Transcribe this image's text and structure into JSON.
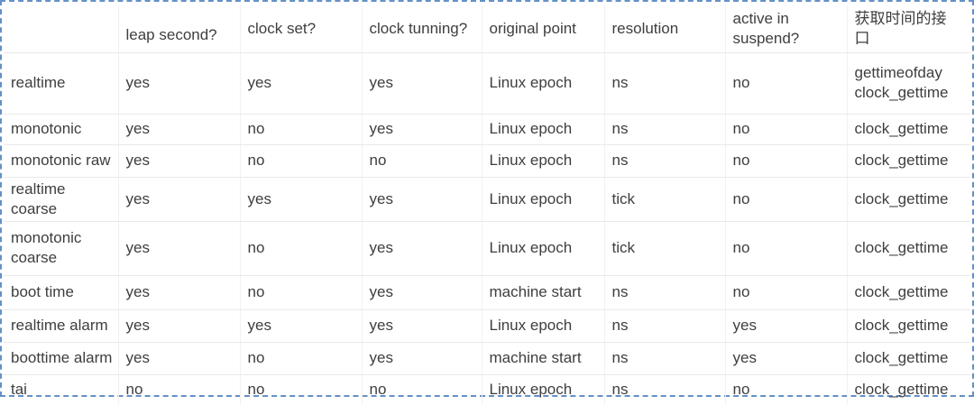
{
  "colors": {
    "border_blue": "#6590c6",
    "grid_horizontal": "#e9e9e9",
    "grid_vertical": "#f1f1f1",
    "text": "#3e3e3e",
    "background": "#ffffff"
  },
  "table": {
    "columns": [
      "",
      "leap second?",
      "clock set?",
      "clock tunning?",
      "original point",
      "resolution",
      "active in suspend?",
      "获取时间的接口"
    ],
    "rows": [
      {
        "label": "realtime",
        "cells": [
          "yes",
          "yes",
          "yes",
          "Linux epoch",
          "ns",
          "no",
          "gettimeofday\nclock_gettime"
        ]
      },
      {
        "label": "monotonic",
        "cells": [
          "yes",
          "no",
          "yes",
          "Linux epoch",
          "ns",
          "no",
          "clock_gettime"
        ]
      },
      {
        "label": "monotonic raw",
        "cells": [
          "yes",
          "no",
          "no",
          "Linux epoch",
          "ns",
          "no",
          "clock_gettime"
        ]
      },
      {
        "label": "realtime coarse",
        "cells": [
          "yes",
          "yes",
          "yes",
          "Linux epoch",
          "tick",
          "no",
          "clock_gettime"
        ]
      },
      {
        "label": "monotonic coarse",
        "cells": [
          "yes",
          "no",
          "yes",
          "Linux epoch",
          "tick",
          "no",
          "clock_gettime"
        ]
      },
      {
        "label": "boot time",
        "cells": [
          "yes",
          "no",
          "yes",
          "machine start",
          "ns",
          "no",
          "clock_gettime"
        ]
      },
      {
        "label": "realtime alarm",
        "cells": [
          "yes",
          "yes",
          "yes",
          "Linux epoch",
          "ns",
          "yes",
          "clock_gettime"
        ]
      },
      {
        "label": "boottime alarm",
        "cells": [
          "yes",
          "no",
          "yes",
          "machine start",
          "ns",
          "yes",
          "clock_gettime"
        ]
      },
      {
        "label": "tai",
        "cells": [
          "no",
          "no",
          "no",
          "Linux epoch",
          "ns",
          "no",
          "clock_gettime"
        ]
      }
    ]
  }
}
